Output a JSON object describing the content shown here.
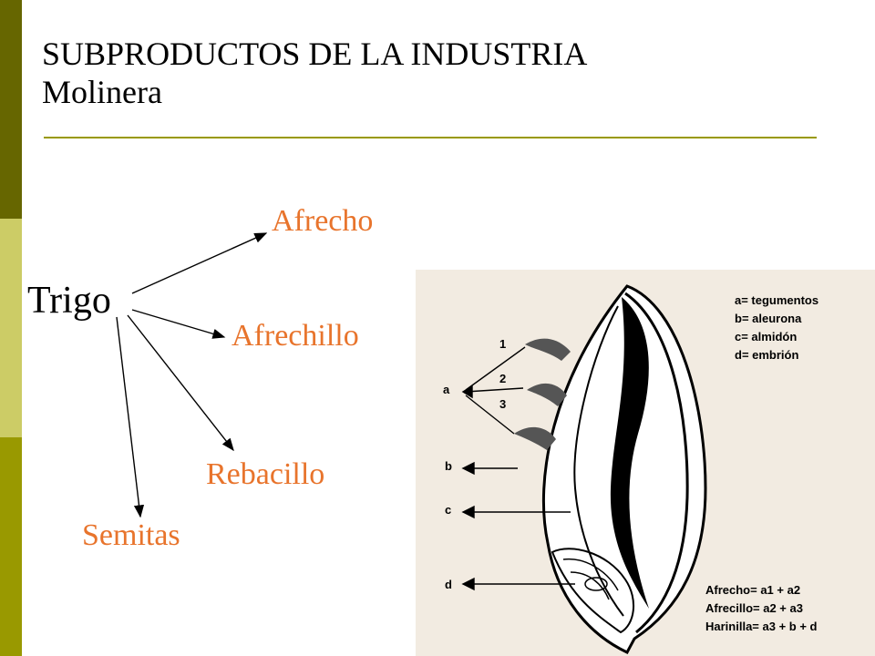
{
  "slide": {
    "title_line1": "SUBPRODUCTOS DE LA INDUSTRIA",
    "title_line2": "Molinera"
  },
  "flow": {
    "source": "Trigo",
    "products": [
      "Afrecho",
      "Afrechillo",
      "Rebacillo",
      "Semitas"
    ]
  },
  "grain_diagram": {
    "legend": [
      "a= tegumentos",
      "b= aleurona",
      "c= almidón",
      "d= embrión"
    ],
    "part_letters": [
      "a",
      "b",
      "c",
      "d"
    ],
    "layer_numbers": [
      "1",
      "2",
      "3"
    ],
    "formulas": [
      "Afrecho= a1 + a2",
      "Afrecillo= a2 + a3",
      "Harinilla= a3 + b + d"
    ]
  },
  "colors": {
    "accent_dark": "#666600",
    "accent_light": "#cccc66",
    "accent_mid": "#999900",
    "product_text": "#e8742c",
    "diagram_bg": "#f2ebe1"
  }
}
